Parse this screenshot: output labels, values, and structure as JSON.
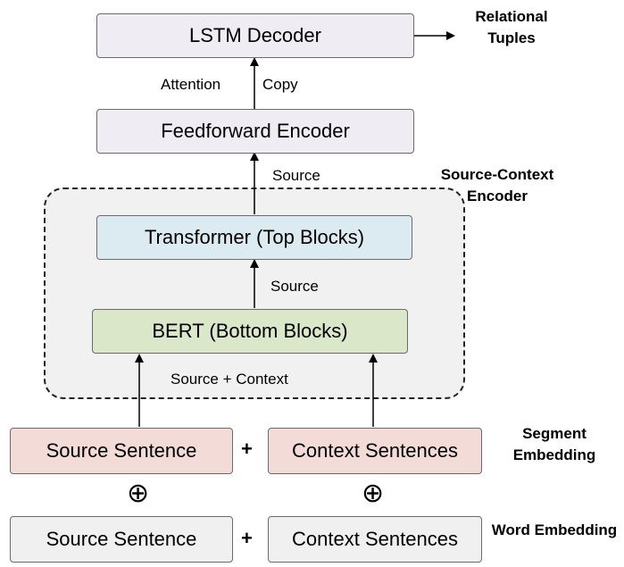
{
  "decoder": {
    "label": "LSTM Decoder",
    "output": "Relational Tuples"
  },
  "decoder_arrows": {
    "attention": "Attention",
    "copy": "Copy"
  },
  "feedforward": {
    "label": "Feedforward Encoder",
    "input_label": "Source"
  },
  "source_context_encoder": {
    "title": "Source-Context Encoder",
    "transformer": "Transformer  (Top Blocks)",
    "transformer_input_label": "Source",
    "bert": "BERT  (Bottom Blocks)",
    "bert_input_label": "Source  +  Context"
  },
  "segment_row": {
    "source": "Source Sentence",
    "plus": "+",
    "context": "Context Sentences",
    "label": "Segment Embedding"
  },
  "oplus": "⊕",
  "word_row": {
    "source": "Source Sentence",
    "plus": "+",
    "context": "Context Sentences",
    "label": "Word Embedding"
  },
  "colors": {
    "decoder_fill": "#efecf4",
    "transformer_fill": "#dceaf2",
    "bert_fill": "#dbe7c9",
    "segment_fill": "#f3dcd8",
    "word_fill": "#f0f0f0",
    "encoder_region_fill": "#f1f1f1"
  }
}
